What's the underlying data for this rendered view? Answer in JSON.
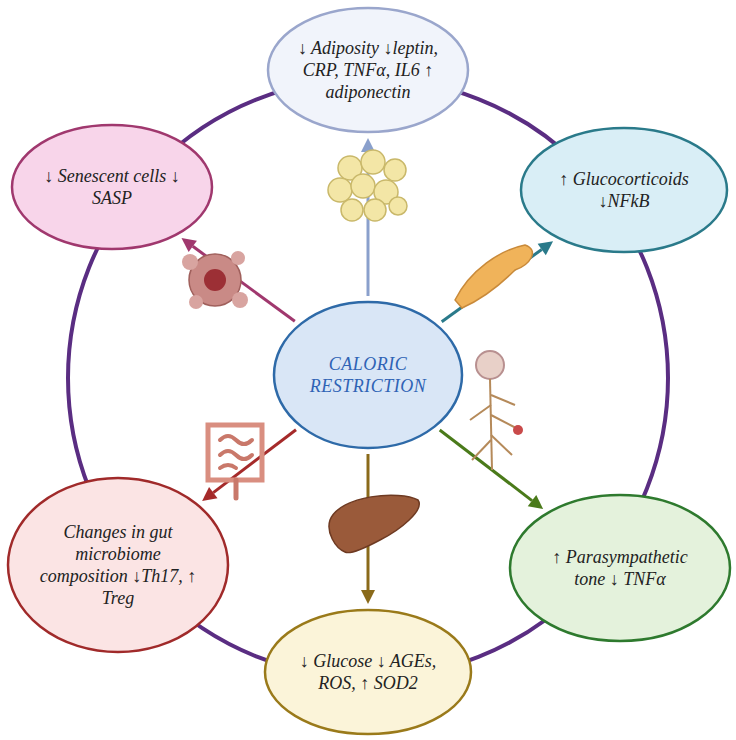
{
  "diagram": {
    "nodes": [
      {
        "text": [
          "↓ Adiposity ↓leptin, CRP, TNFα, IL6 ↑ adiponectin"
        ]
      },
      {
        "text": [
          "↓ Senescent cells ↓ SASP"
        ]
      },
      {
        "text": [
          "↑ Glucocorticoids ↓NFkB"
        ]
      },
      {
        "text": [
          "CALORIC RESTRICTION"
        ]
      },
      {
        "text": [
          "Changes in gut microbiome composition ↓Th17, ↑ Treg"
        ]
      },
      {
        "text": [
          "↑ Parasympathetic tone ↓ TNFα"
        ]
      },
      {
        "text": [
          "↓ Glucose ↓ AGEs, ROS, ↑ SOD2"
        ]
      }
    ],
    "edges": [
      {
        "from": 3,
        "to": 0,
        "arrow": "to"
      },
      {
        "from": 3,
        "to": 1,
        "arrow": "to"
      },
      {
        "from": 3,
        "to": 2,
        "arrow": "to"
      },
      {
        "from": 3,
        "to": 4,
        "arrow": "to"
      },
      {
        "from": 3,
        "to": 5,
        "arrow": "to"
      },
      {
        "from": 3,
        "to": 6,
        "arrow": "to"
      }
    ]
  }
}
